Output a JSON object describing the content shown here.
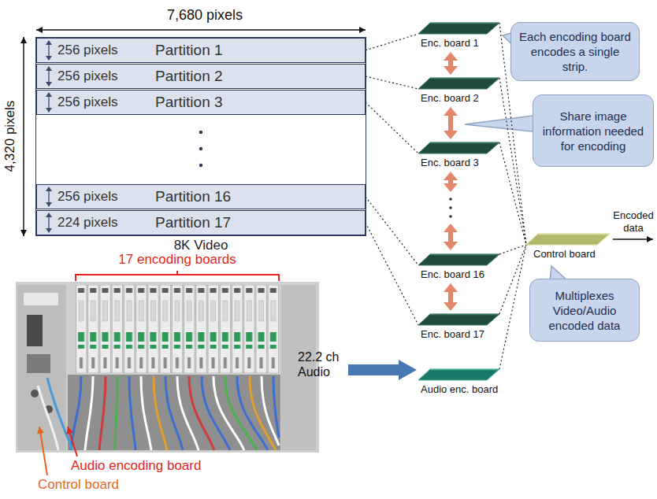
{
  "diagram": {
    "nodes": [
      {
        "text": [
          "8K Video"
        ]
      },
      {
        "text": [
          "256 pixels",
          "Partition 1"
        ],
        "in": 0
      },
      {
        "text": [
          "256 pixels",
          "Partition 2"
        ],
        "in": 0
      },
      {
        "text": [
          "256 pixels",
          "Partition 3"
        ],
        "in": 0
      },
      {
        "text": [
          "256 pixels",
          "Partition 16"
        ],
        "in": 0
      },
      {
        "text": [
          "224 pixels",
          "Partition 17"
        ],
        "in": 0
      },
      {
        "text": [
          "Enc. board 1"
        ]
      },
      {
        "text": [
          "Enc. board 2"
        ]
      },
      {
        "text": [
          "Enc. board 3"
        ]
      },
      {
        "text": [
          "Enc. board 16"
        ]
      },
      {
        "text": [
          "Enc. board 17"
        ]
      },
      {
        "text": [
          "Audio enc. board"
        ]
      },
      {
        "text": [
          "Control board"
        ]
      },
      {
        "text": [
          "Each encoding board encodes a single strip."
        ]
      },
      {
        "text": [
          "Share image information needed for encoding"
        ]
      },
      {
        "text": [
          "Multiplexes Video/Audio encoded data"
        ]
      }
    ],
    "edges": [
      {
        "from": 1,
        "to": 6,
        "arrow": "none"
      },
      {
        "from": 2,
        "to": 7,
        "arrow": "none"
      },
      {
        "from": 3,
        "to": 8,
        "arrow": "none"
      },
      {
        "from": 4,
        "to": 9,
        "arrow": "none"
      },
      {
        "from": 5,
        "to": 10,
        "arrow": "none"
      },
      {
        "from": 6,
        "to": 12,
        "arrow": "none"
      },
      {
        "from": 7,
        "to": 12,
        "arrow": "none"
      },
      {
        "from": 8,
        "to": 12,
        "arrow": "none"
      },
      {
        "from": 9,
        "to": 12,
        "arrow": "none"
      },
      {
        "from": 10,
        "to": 12,
        "arrow": "none"
      },
      {
        "from": 11,
        "to": 12,
        "arrow": "none"
      },
      {
        "from": 6,
        "to": 7,
        "arrow": "both"
      },
      {
        "from": 7,
        "to": 8,
        "arrow": "both"
      },
      {
        "from": 9,
        "to": 10,
        "arrow": "both"
      }
    ],
    "labels": [
      "7,680 pixels",
      "4,320 pixels",
      "Encoded data",
      "22.2 ch Audio",
      "17 encoding boards",
      "Audio encoding board",
      "Control board"
    ]
  }
}
